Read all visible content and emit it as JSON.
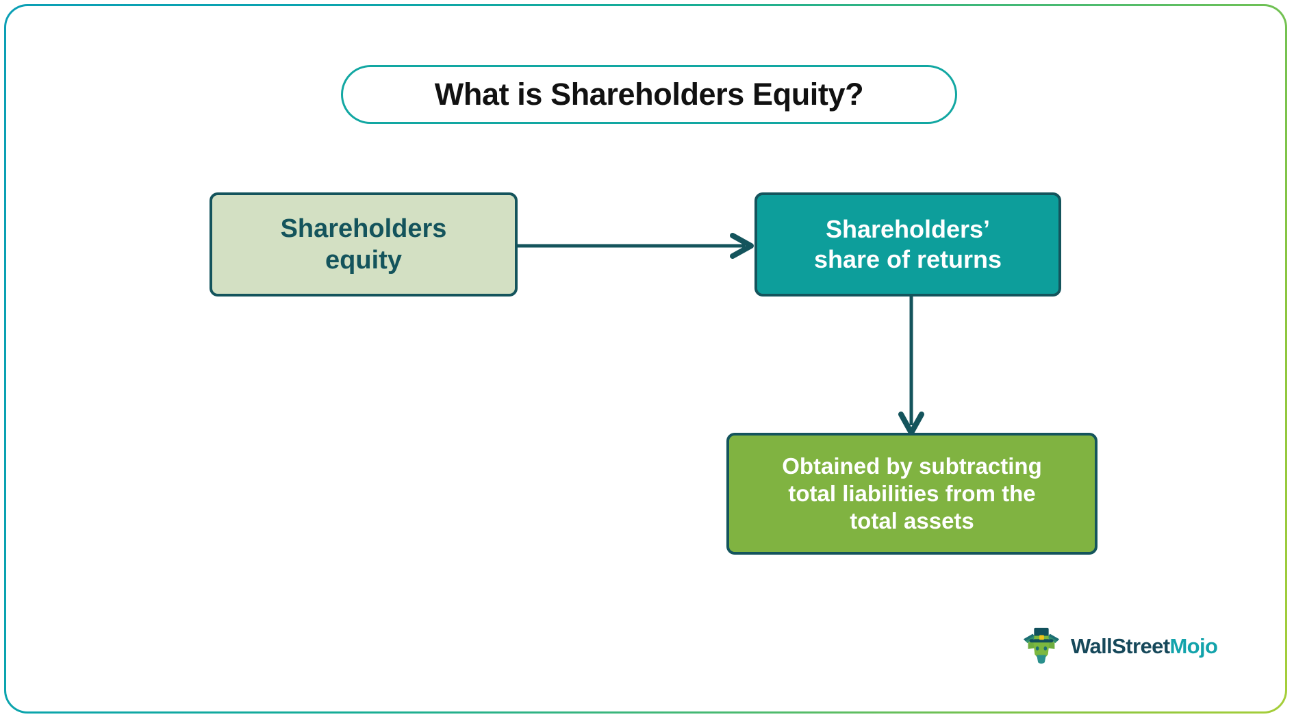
{
  "title": {
    "text": "What is Shareholders Equity?"
  },
  "diagram": {
    "nodes": [
      {
        "id": "shareholders-equity",
        "lines": [
          "Shareholders",
          "equity"
        ],
        "fill": "#d3e0c3",
        "text_color": "#14545c",
        "border_color": "#14545c"
      },
      {
        "id": "shareholders-share-of-returns",
        "lines": [
          "Shareholders’",
          "share of returns"
        ],
        "fill": "#0d9e9b",
        "text_color": "#ffffff",
        "border_color": "#14545c"
      },
      {
        "id": "obtained-by-subtracting",
        "lines": [
          "Obtained by subtracting",
          "total liabilities from the",
          "total assets"
        ],
        "fill": "#80b341",
        "text_color": "#ffffff",
        "border_color": "#14545c"
      }
    ],
    "connectors": [
      {
        "id": "equity-to-returns",
        "direction": "right",
        "color": "#14545c"
      },
      {
        "id": "returns-to-obtained",
        "direction": "down",
        "color": "#14545c"
      }
    ]
  },
  "branding": {
    "name_primary": "WallStreet",
    "name_secondary": "Mojo",
    "primary_color": "#16485a",
    "secondary_color": "#13a3ab",
    "mascot": "bull-with-top-hat-icon"
  },
  "frame": {
    "gradient_start": "#0b9fb5",
    "gradient_end": "#a6ce39"
  }
}
